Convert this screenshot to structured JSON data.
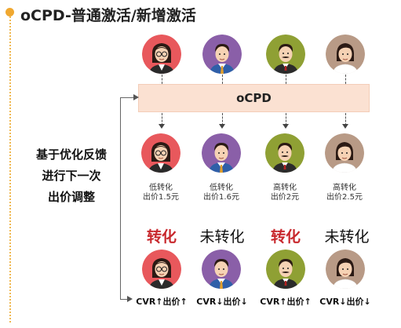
{
  "title": "oCPD-普通激活/新增激活",
  "ocpd_box": "oCPD",
  "side_label": [
    "基于优化反馈",
    "进行下一次",
    "出价调整"
  ],
  "colors": {
    "accent_dot": "#f0a830",
    "box_fill": "#fbe1d2",
    "conversion_red": "#c8282d"
  },
  "users": [
    {
      "avatar": "female-glasses-avatar",
      "bg": "#e8585c",
      "bid_line1": "低转化",
      "bid_line2": "出价1.5元",
      "result": "转化",
      "converted": true,
      "cvr": "CVR↑出价↑"
    },
    {
      "avatar": "male-tie-avatar",
      "bg": "#8a5fa8",
      "bid_line1": "低转化",
      "bid_line2": "出价1.6元",
      "result": "未转化",
      "converted": false,
      "cvr": "CVR↓出价↓"
    },
    {
      "avatar": "male-mustache-avatar",
      "bg": "#8fa034",
      "bid_line1": "高转化",
      "bid_line2": "出价2元",
      "result": "转化",
      "converted": true,
      "cvr": "CVR↑出价↑"
    },
    {
      "avatar": "female-avatar",
      "bg": "#b89a86",
      "bid_line1": "高转化",
      "bid_line2": "出价2.5元",
      "result": "未转化",
      "converted": false,
      "cvr": "CVR↓出价↓"
    }
  ]
}
